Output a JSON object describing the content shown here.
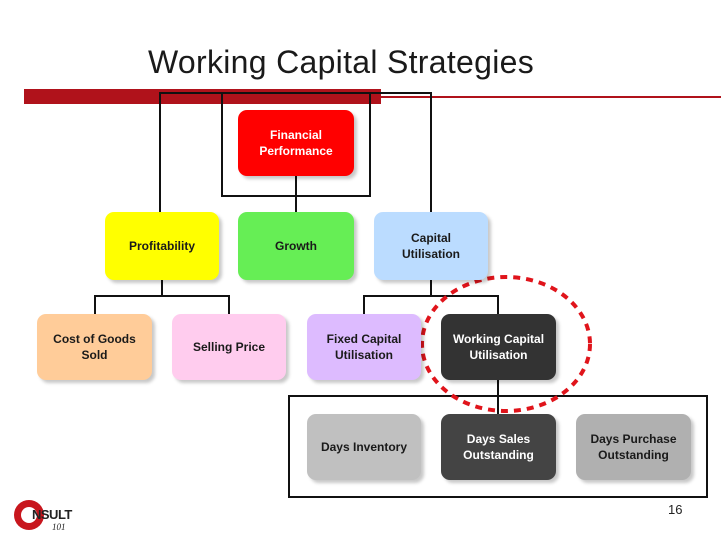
{
  "title": "Working Capital Strategies",
  "page_number": "16",
  "logo": {
    "text": "NSULT",
    "sub": "101"
  },
  "nodes": {
    "financial_performance": {
      "lines": [
        "Financial",
        "Performance"
      ],
      "color": "#ff0000",
      "text_color": "#ffffff"
    },
    "profitability": {
      "lines": [
        "Profitability"
      ],
      "color": "#ffff00"
    },
    "growth": {
      "lines": [
        "Growth"
      ],
      "color": "#66ee55"
    },
    "capital_utilisation": {
      "lines": [
        "Capital",
        "Utilisation"
      ],
      "color": "#bbdcff"
    },
    "cost_of_goods_sold": {
      "lines": [
        "Cost of Goods",
        "Sold"
      ],
      "color": "#ffcc99"
    },
    "selling_price": {
      "lines": [
        "Selling Price"
      ],
      "color": "#ffccee"
    },
    "fixed_capital_utilisation": {
      "lines": [
        "Fixed Capital",
        "Utilisation"
      ],
      "color": "#ddbbff"
    },
    "working_capital_utilisation": {
      "lines": [
        "Working Capital",
        "Utilisation"
      ],
      "color": "#333333",
      "text_color": "#ffffff"
    },
    "days_inventory": {
      "lines": [
        "Days Inventory"
      ],
      "color": "#c0c0c0"
    },
    "days_sales_outstanding": {
      "lines": [
        "Days Sales",
        "Outstanding"
      ],
      "color": "#444444",
      "text_color": "#ffffff"
    },
    "days_purchase_outstanding": {
      "lines": [
        "Days Purchase",
        "Outstanding"
      ],
      "color": "#b0b0b0"
    }
  },
  "highlight_color": "#e0141b"
}
